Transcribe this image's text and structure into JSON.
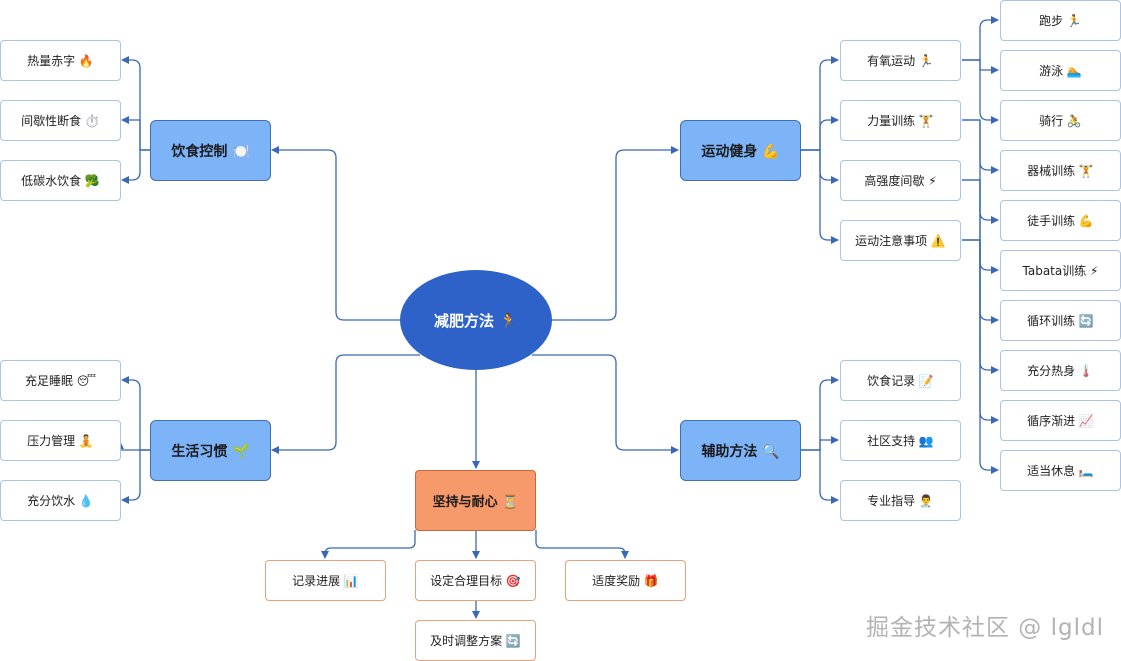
{
  "center": "减肥方法 🏃",
  "branches": {
    "diet": "饮食控制 🍽️",
    "exercise": "运动健身 💪",
    "lifestyle": "生活习惯 🌱",
    "support": "辅助方法 🔍",
    "persist": "坚持与耐心 ⏳"
  },
  "diet_items": [
    "热量赤字 🔥",
    "间歇性断食 ⏱️",
    "低碳水饮食 🥦"
  ],
  "lifestyle_items": [
    "充足睡眠 😴",
    "压力管理 🧘",
    "充分饮水 💧"
  ],
  "exercise_items": [
    "有氧运动 🏃",
    "力量训练 🏋️",
    "高强度间歇 ⚡",
    "运动注意事项 ⚠️"
  ],
  "exercise_sub": [
    "跑步 🏃",
    "游泳 🏊",
    "骑行 🚴",
    "器械训练 🏋️",
    "徒手训练 💪",
    "Tabata训练 ⚡",
    "循环训练 🔄",
    "充分热身 🌡️",
    "循序渐进 📈",
    "适当休息 🛏️"
  ],
  "support_items": [
    "饮食记录 📝",
    "社区支持 👥",
    "专业指导 👨‍⚕️"
  ],
  "persist_items": [
    "记录进展 📊",
    "设定合理目标 🎯",
    "适度奖励 🎁",
    "及时调整方案 🔄"
  ],
  "watermark": "掘金技术社区 @ lgldl",
  "colors": {
    "edge": "#3a68b8",
    "center_fill": "#2f62c8",
    "branch_fill": "#7db3f7",
    "persist_fill": "#f79a6b",
    "leaf_border_blue": "#a9c4e6",
    "leaf_border_orange": "#e8a27a"
  }
}
